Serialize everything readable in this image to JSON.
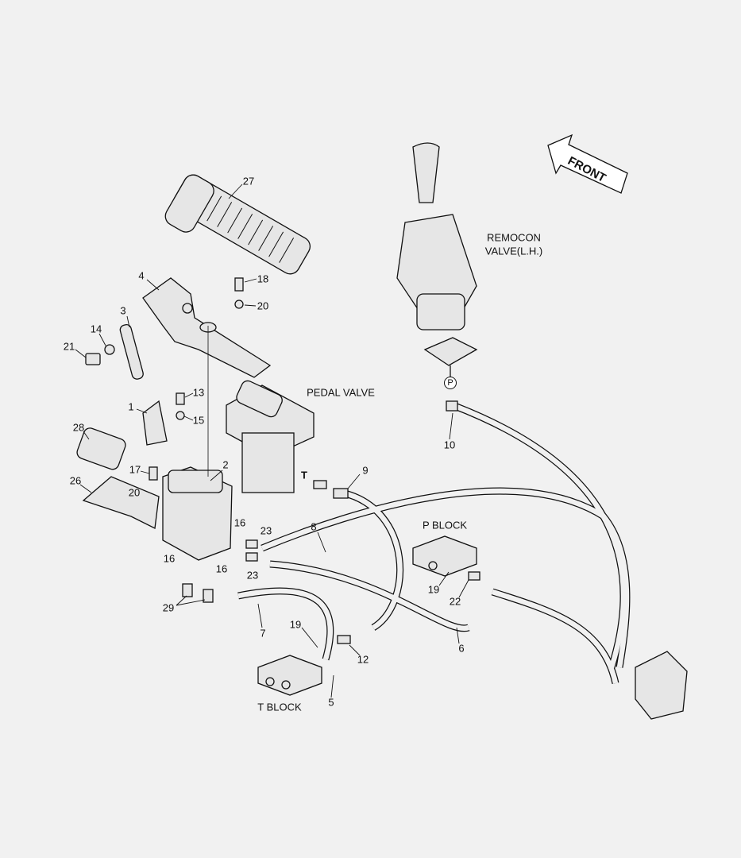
{
  "title_labels": {
    "remocon_line1": "REMOCON",
    "remocon_line2": "VALVE(L.H.)",
    "pedal_valve": "PEDAL VALVE",
    "p_block": "P BLOCK",
    "t_block": "T BLOCK",
    "front": "FRONT",
    "port_p": "P",
    "port_t": "T"
  },
  "part_numbers": [
    "27",
    "4",
    "18",
    "20",
    "3",
    "14",
    "21",
    "13",
    "1",
    "15",
    "28",
    "2",
    "17",
    "26",
    "20",
    "16",
    "23",
    "16",
    "23",
    "16",
    "29",
    "7",
    "8",
    "9",
    "10",
    "19",
    "22",
    "6",
    "19",
    "12",
    "5"
  ],
  "colors": {
    "background": "#f1f1f1",
    "line": "#111111",
    "part_fill": "#e6e6e6"
  }
}
